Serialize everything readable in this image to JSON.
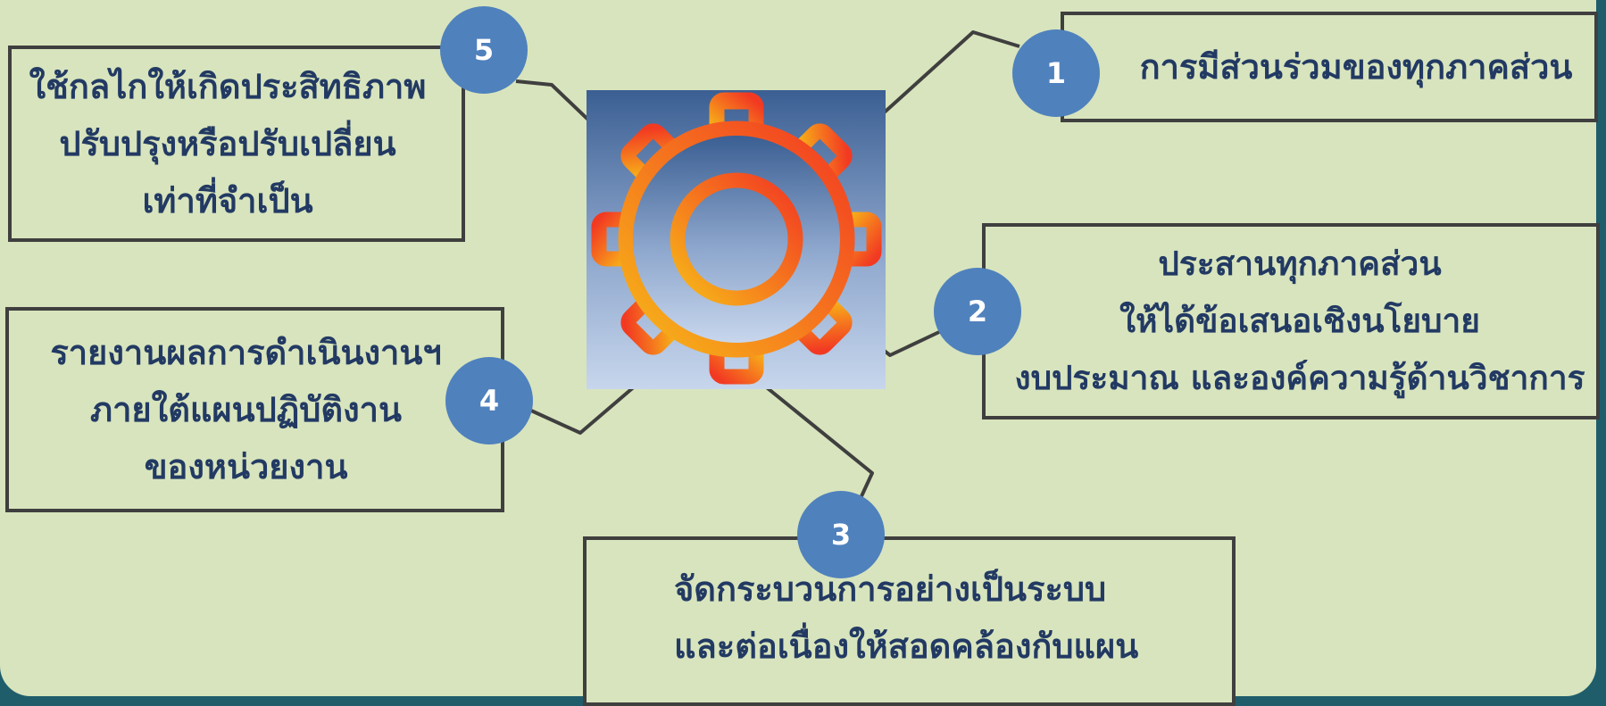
{
  "steps": [
    {
      "number": "1",
      "lines": [
        "การมีส่วนร่วมของทุกภาคส่วน"
      ]
    },
    {
      "number": "2",
      "lines": [
        "ประสานทุกภาคส่วน",
        "ให้ได้ข้อเสนอเชิงนโยบาย",
        "งบประมาณ และองค์ความรู้ด้านวิชาการ"
      ]
    },
    {
      "number": "3",
      "lines": [
        "จัดกระบวนการอย่างเป็นระบบ",
        "และต่อเนื่องให้สอดคล้องกับแผน"
      ]
    },
    {
      "number": "4",
      "lines": [
        "รายงานผลการดำเนินงานฯ",
        "ภายใต้แผนปฏิบัติงาน",
        "ของหน่วยงาน"
      ]
    },
    {
      "number": "5",
      "lines": [
        "ใช้กลไกให้เกิดประสิทธิภาพ",
        "ปรับปรุงหรือปรับเปลี่ยน",
        "เท่าที่จำเป็น"
      ]
    }
  ],
  "colors": {
    "background": "#d8e4bd",
    "outer": "#1f5d6b",
    "text": "#223a63",
    "circle": "#4f81bd",
    "line": "#3f3f3f",
    "gear_gradient": [
      "#f4401f",
      "#f6ad19"
    ]
  },
  "icons": {
    "center": "gear-icon"
  }
}
